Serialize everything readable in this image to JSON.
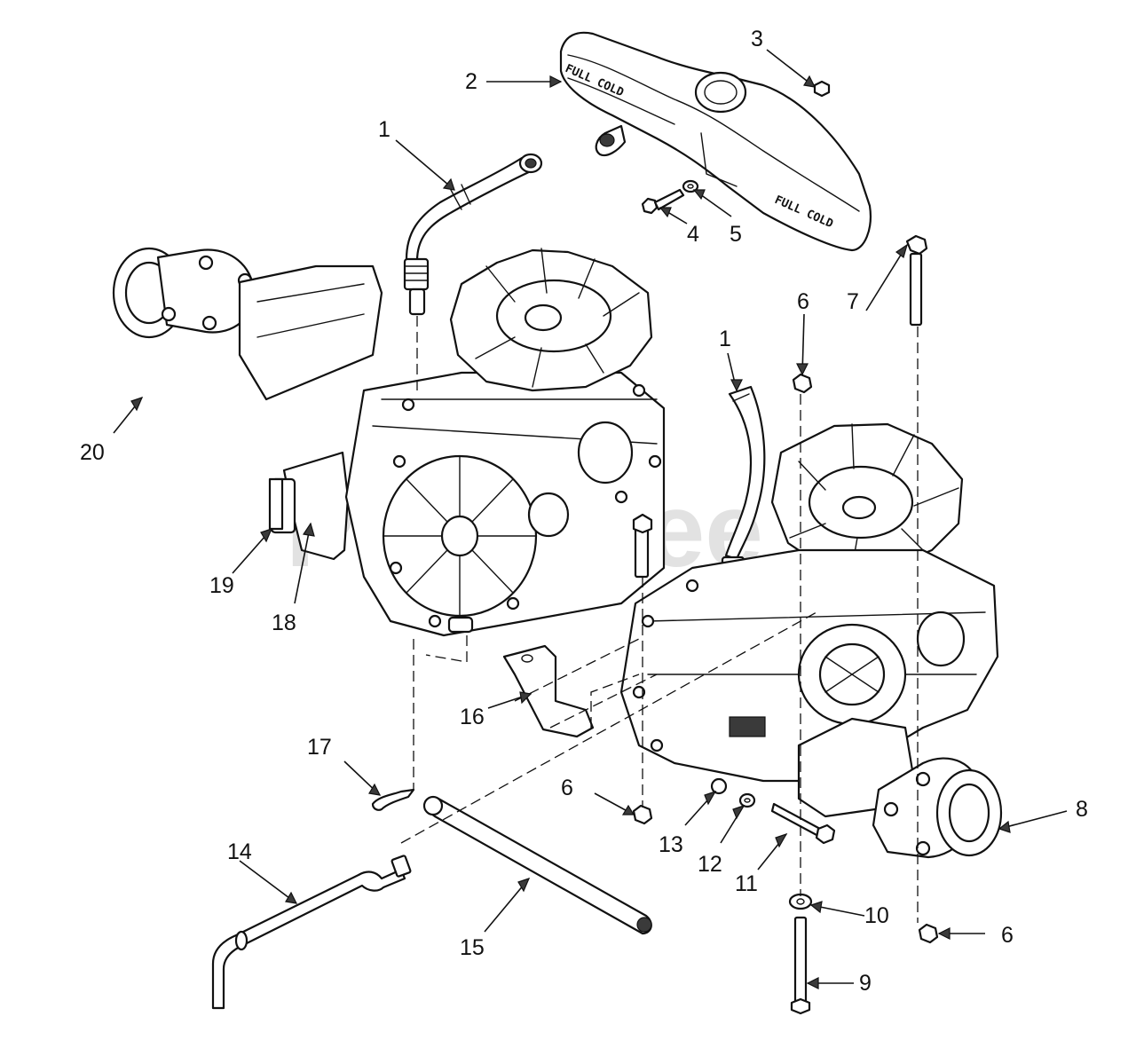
{
  "diagram": {
    "watermark": "PartsTree",
    "tank_markings": {
      "level_left": "FULL COLD",
      "level_right": "FULL COLD"
    },
    "callouts": [
      {
        "id": "1a",
        "label": "1"
      },
      {
        "id": "1b",
        "label": "1"
      },
      {
        "id": "2",
        "label": "2"
      },
      {
        "id": "3",
        "label": "3"
      },
      {
        "id": "4",
        "label": "4"
      },
      {
        "id": "5",
        "label": "5"
      },
      {
        "id": "6a",
        "label": "6"
      },
      {
        "id": "6b",
        "label": "6"
      },
      {
        "id": "6c",
        "label": "6"
      },
      {
        "id": "7",
        "label": "7"
      },
      {
        "id": "8",
        "label": "8"
      },
      {
        "id": "9",
        "label": "9"
      },
      {
        "id": "10",
        "label": "10"
      },
      {
        "id": "11",
        "label": "11"
      },
      {
        "id": "12",
        "label": "12"
      },
      {
        "id": "13",
        "label": "13"
      },
      {
        "id": "14",
        "label": "14"
      },
      {
        "id": "15",
        "label": "15"
      },
      {
        "id": "16",
        "label": "16"
      },
      {
        "id": "17",
        "label": "17"
      },
      {
        "id": "18",
        "label": "18"
      },
      {
        "id": "19",
        "label": "19"
      },
      {
        "id": "20",
        "label": "20"
      }
    ]
  }
}
